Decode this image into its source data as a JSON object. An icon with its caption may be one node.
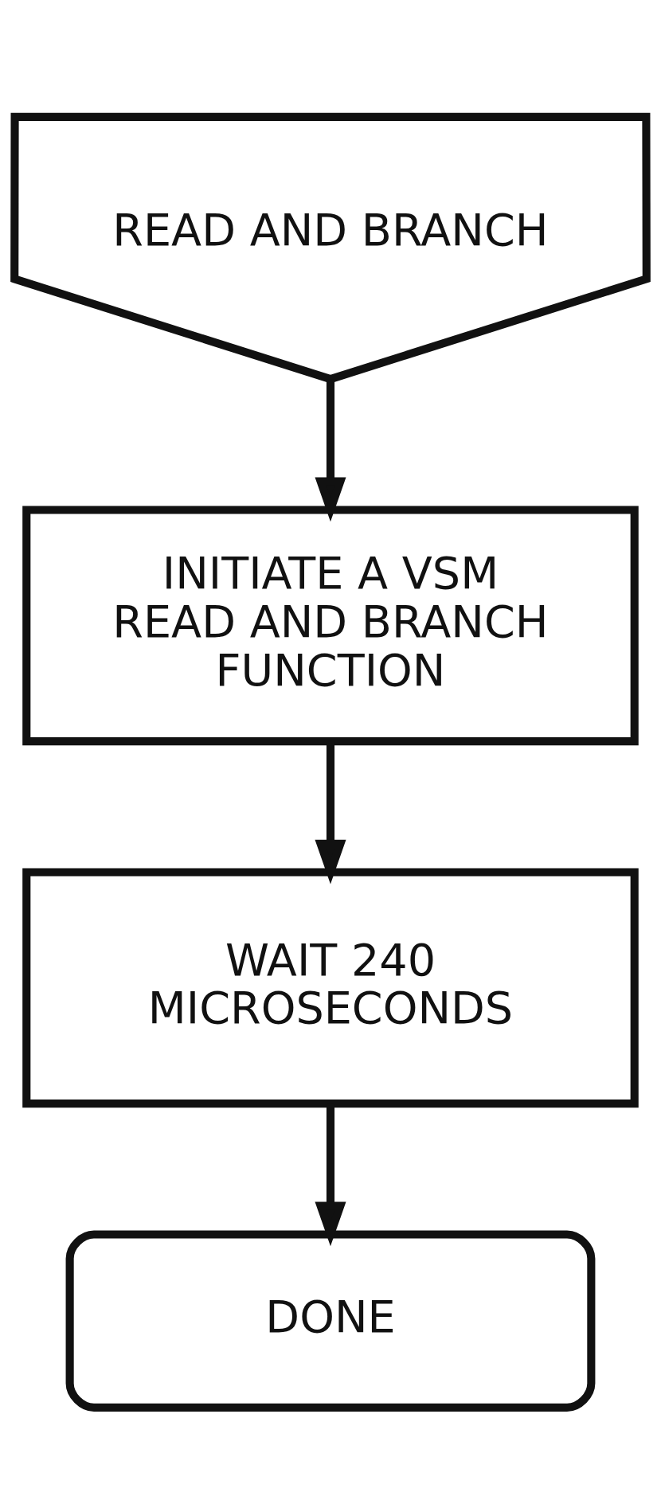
{
  "diagram": {
    "nodes": [
      {
        "text": [
          "READ AND BRANCH"
        ]
      },
      {
        "text": [
          "INITIATE A VSM READ AND BRANCH FUNCTION"
        ]
      },
      {
        "text": [
          "WAIT 240 MICROSECONDS"
        ]
      },
      {
        "text": [
          "DONE"
        ]
      }
    ],
    "edges": [
      {
        "from": 0,
        "to": 1,
        "arrow": "to"
      },
      {
        "from": 1,
        "to": 2,
        "arrow": "to"
      },
      {
        "from": 2,
        "to": 3,
        "arrow": "to"
      }
    ]
  }
}
